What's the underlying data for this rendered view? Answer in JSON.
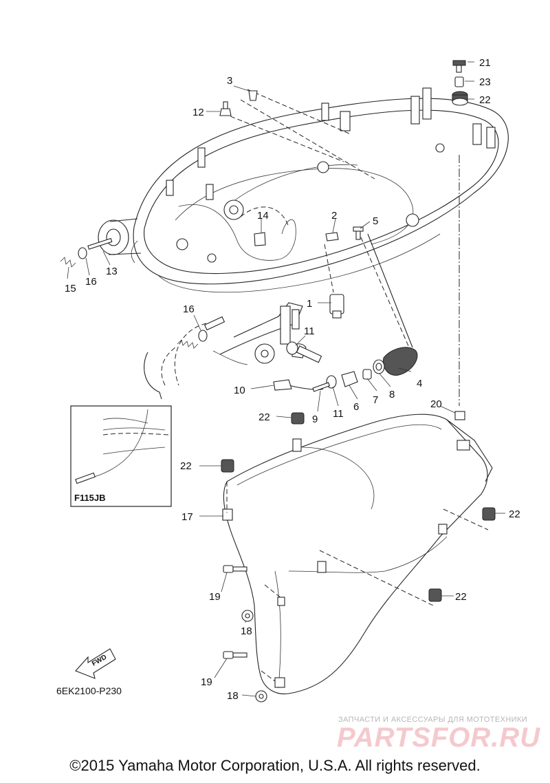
{
  "copyright": "©2015 Yamaha Motor Corporation, U.S.A. All rights reserved.",
  "drawing_code": "6EK2100-P230",
  "inset_label": "F115JB",
  "fwd_label": "FWD",
  "watermark": {
    "subtitle": "ЗАПЧАСТИ И АКСЕССУАРЫ ДЛЯ МОТОТЕХНИКИ",
    "brand": "PARTSFOR.RU"
  },
  "callouts": {
    "c1": "1",
    "c2": "2",
    "c3": "3",
    "c4": "4",
    "c5": "5",
    "c6": "6",
    "c7": "7",
    "c8": "8",
    "c9": "9",
    "c10": "10",
    "c11a": "11",
    "c11b": "11",
    "c12": "12",
    "c13": "13",
    "c14": "14",
    "c15": "15",
    "c16a": "16",
    "c16b": "16",
    "c17": "17",
    "c18a": "18",
    "c18b": "18",
    "c19a": "19",
    "c19b": "19",
    "c20": "20",
    "c21": "21",
    "c22a": "22",
    "c22b": "22",
    "c22c": "22",
    "c22d": "22",
    "c22e": "22",
    "c23": "23"
  }
}
